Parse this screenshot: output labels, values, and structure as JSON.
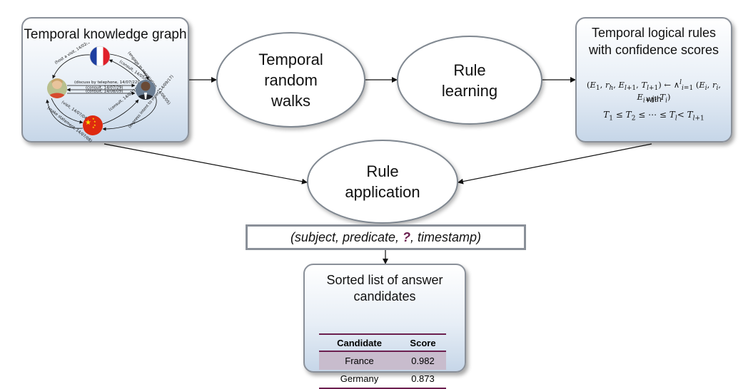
{
  "kg_box": {
    "title": "Temporal knowledge graph",
    "edges": [
      "(host a visit, 14/02/19)",
      "(engage in negotiation, 14/06/05)",
      "(consult, 14/05/07)",
      "(discuss by telephone, 14/07/22)",
      "(consult, 14/07/29)",
      "(consult, 14/08/09)",
      "(visit, 14/07/04)",
      "(consult, 14/07/10)",
      "(make statement, 14/07/08)",
      "(express intent to meet, 14/09/17)"
    ]
  },
  "node_walks": "Temporal\nrandom\nwalks",
  "node_learning": "Rule\nlearning",
  "node_application": "Rule\napplication",
  "rules_box": {
    "title": "Temporal logical rules\nwith confidence scores",
    "with_label": "with"
  },
  "query": {
    "prefix": "(subject, predicate, ",
    "mark": "?",
    "suffix": ", timestamp)"
  },
  "candidates_box": {
    "title": "Sorted list of answer\ncandidates",
    "headers": [
      "Candidate",
      "Score"
    ],
    "rows": [
      {
        "candidate": "France",
        "score": "0.982"
      },
      {
        "candidate": "Germany",
        "score": "0.873"
      }
    ]
  },
  "colors": {
    "accent": "#6b1f4f",
    "box_border": "#8a9099",
    "box_gradient_bottom": "#c6d6e8"
  }
}
